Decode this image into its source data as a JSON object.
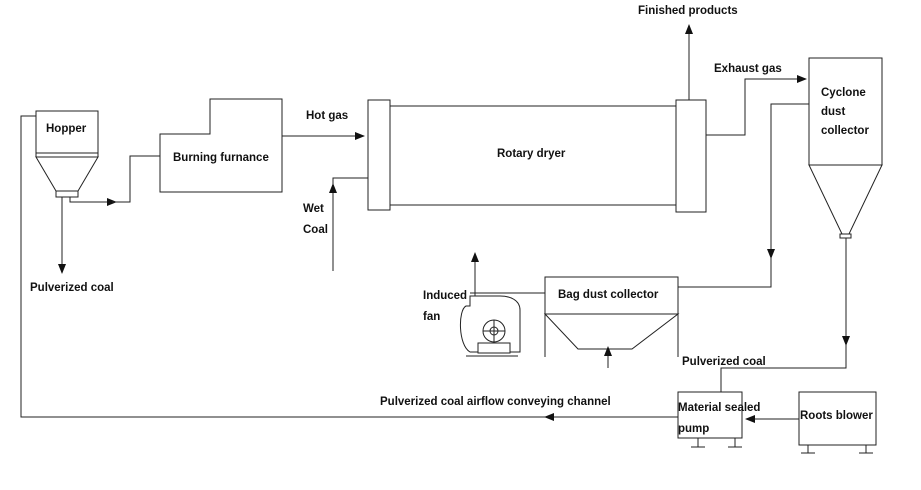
{
  "labels": {
    "hopper": "Hopper",
    "burning_furnace": "Burning furnance",
    "hot_gas": "Hot gas",
    "rotary_dryer": "Rotary dryer",
    "finished_products": "Finished products",
    "exhaust_gas": "Exhaust gas",
    "cyclone_line1": "Cyclone",
    "cyclone_line2": "dust",
    "cyclone_line3": "collector",
    "wet": "Wet",
    "coal": "Coal",
    "pulverized_coal_left": "Pulverized coal",
    "induced": "Induced",
    "fan": "fan",
    "bag_dust_collector": "Bag dust collector",
    "pulverized_coal_right": "Pulverized coal",
    "airflow_channel": "Pulverized coal airflow conveying channel",
    "material_sealed": "Material sealed",
    "pump": "pump",
    "roots_blower": "Roots blower"
  }
}
